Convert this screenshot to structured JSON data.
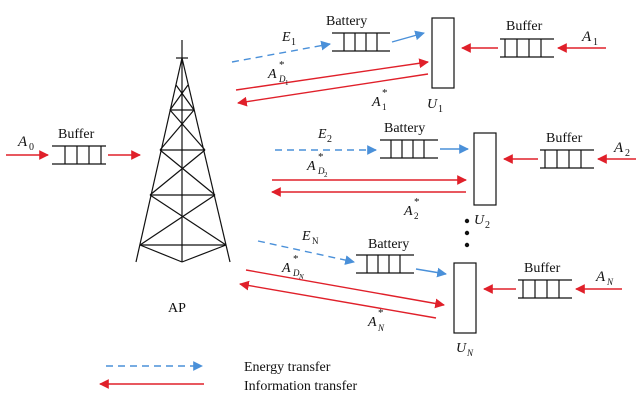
{
  "ap": {
    "label": "AP"
  },
  "ap_queue": {
    "arrival": "A",
    "arrival_sub": "0",
    "buffer_label": "Buffer"
  },
  "users": [
    {
      "name": "U",
      "sub": "1",
      "energy": "E",
      "energy_sub": "1",
      "battery_label": "Battery",
      "dl": "A",
      "dl_sub": "D",
      "dl_subsub": "1",
      "dl_sup": "*",
      "ul": "A",
      "ul_sub": "1",
      "ul_sup": "*",
      "arrival": "A",
      "arrival_sub": "1",
      "buffer_label": "Buffer"
    },
    {
      "name": "U",
      "sub": "2",
      "energy": "E",
      "energy_sub": "2",
      "battery_label": "Battery",
      "dl": "A",
      "dl_sub": "D",
      "dl_subsub": "2",
      "dl_sup": "*",
      "ul": "A",
      "ul_sub": "2",
      "ul_sup": "*",
      "arrival": "A",
      "arrival_sub": "2",
      "buffer_label": "Buffer"
    },
    {
      "name": "U",
      "sub": "N",
      "energy": "E",
      "energy_sub": "N",
      "battery_label": "Battery",
      "dl": "A",
      "dl_sub": "D",
      "dl_subsub": "N",
      "dl_sup": "*",
      "ul": "A",
      "ul_sub": "N",
      "ul_sup": "*",
      "arrival": "A",
      "arrival_sub": "N",
      "buffer_label": "Buffer"
    }
  ],
  "legend": {
    "energy_label": "Energy transfer",
    "info_label": "Information transfer"
  },
  "colors": {
    "energy": "#4a90d9",
    "info": "#e0202a",
    "ink": "#111111"
  }
}
